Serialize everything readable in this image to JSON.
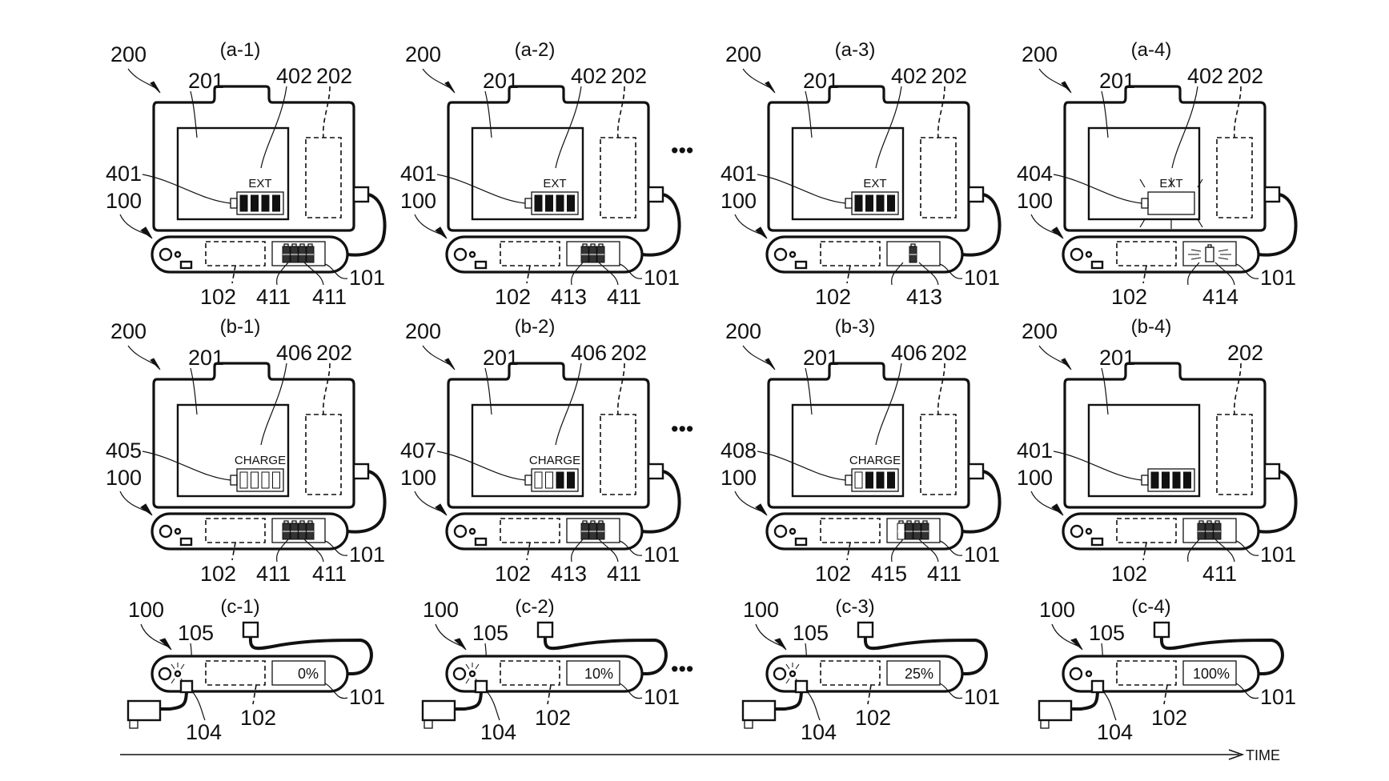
{
  "figure": {
    "time_axis_label": "TIME",
    "ellipsis": "•••"
  },
  "rows": {
    "a": {
      "panels": [
        {
          "title": "(a-1)",
          "refs": {
            "camera": "200",
            "display": "201",
            "compartment": "202",
            "battery_icon": "401",
            "ext_label_ref": "402",
            "battery_pack": "100",
            "pack_display": "101",
            "pack_compartment": "102"
          },
          "display_text": "EXT",
          "camera_battery_level": 4,
          "camera_battery_state": "full",
          "pack_indicator": "cells-4",
          "bottom_labels": [
            "102",
            "411",
            "411"
          ]
        },
        {
          "title": "(a-2)",
          "refs": {
            "camera": "200",
            "display": "201",
            "compartment": "202",
            "battery_icon": "401",
            "ext_label_ref": "402",
            "battery_pack": "100",
            "pack_display": "101",
            "pack_compartment": "102"
          },
          "display_text": "EXT",
          "camera_battery_level": 4,
          "camera_battery_state": "full",
          "pack_indicator": "cells-3",
          "bottom_labels": [
            "102",
            "413",
            "411"
          ]
        },
        {
          "title": "(a-3)",
          "refs": {
            "camera": "200",
            "display": "201",
            "compartment": "202",
            "battery_icon": "401",
            "ext_label_ref": "402",
            "battery_pack": "100",
            "pack_display": "101",
            "pack_compartment": "102"
          },
          "display_text": "EXT",
          "camera_battery_level": 4,
          "camera_battery_state": "full",
          "pack_indicator": "cells-1",
          "bottom_labels": [
            "102",
            "413"
          ]
        },
        {
          "title": "(a-4)",
          "refs": {
            "camera": "200",
            "display": "201",
            "compartment": "202",
            "battery_icon": "404",
            "ext_label_ref": "402",
            "battery_pack": "100",
            "pack_display": "101",
            "pack_compartment": "102"
          },
          "display_text": "EXT",
          "camera_battery_level": 0,
          "camera_battery_state": "empty-blinking",
          "pack_indicator": "empty-blinking",
          "bottom_labels": [
            "102",
            "414"
          ]
        }
      ]
    },
    "b": {
      "panels": [
        {
          "title": "(b-1)",
          "refs": {
            "camera": "200",
            "display": "201",
            "compartment": "202",
            "battery_icon": "405",
            "ext_label_ref": "406",
            "battery_pack": "100",
            "pack_display": "101",
            "pack_compartment": "102"
          },
          "display_text": "CHARGE",
          "camera_battery_level": 0,
          "camera_battery_state": "charging",
          "pack_indicator": "cells-4",
          "bottom_labels": [
            "102",
            "411",
            "411"
          ]
        },
        {
          "title": "(b-2)",
          "refs": {
            "camera": "200",
            "display": "201",
            "compartment": "202",
            "battery_icon": "407",
            "ext_label_ref": "406",
            "battery_pack": "100",
            "pack_display": "101",
            "pack_compartment": "102"
          },
          "display_text": "CHARGE",
          "camera_battery_level": 2,
          "camera_battery_state": "charging",
          "pack_indicator": "cells-3",
          "bottom_labels": [
            "102",
            "413",
            "411"
          ]
        },
        {
          "title": "(b-3)",
          "refs": {
            "camera": "200",
            "display": "201",
            "compartment": "202",
            "battery_icon": "408",
            "ext_label_ref": "406",
            "battery_pack": "100",
            "pack_display": "101",
            "pack_compartment": "102"
          },
          "display_text": "CHARGE",
          "camera_battery_level": 3,
          "camera_battery_state": "charging",
          "pack_indicator": "cells-4-partial",
          "bottom_labels": [
            "102",
            "415",
            "411"
          ]
        },
        {
          "title": "(b-4)",
          "refs": {
            "camera": "200",
            "display": "201",
            "compartment": "202",
            "battery_icon": "401",
            "ext_label_ref": "",
            "battery_pack": "100",
            "pack_display": "101",
            "pack_compartment": "102"
          },
          "display_text": "",
          "camera_battery_level": 4,
          "camera_battery_state": "full",
          "pack_indicator": "cells-3",
          "bottom_labels": [
            "102",
            "411"
          ]
        }
      ]
    },
    "c": {
      "panels": [
        {
          "title": "(c-1)",
          "refs": {
            "battery_pack": "100",
            "led": "105",
            "pack_display": "101",
            "pack_compartment": "102",
            "input_port": "104"
          },
          "percent_text": "0%",
          "led_blinking": true
        },
        {
          "title": "(c-2)",
          "refs": {
            "battery_pack": "100",
            "led": "105",
            "pack_display": "101",
            "pack_compartment": "102",
            "input_port": "104"
          },
          "percent_text": "10%",
          "led_blinking": true
        },
        {
          "title": "(c-3)",
          "refs": {
            "battery_pack": "100",
            "led": "105",
            "pack_display": "101",
            "pack_compartment": "102",
            "input_port": "104"
          },
          "percent_text": "25%",
          "led_blinking": true
        },
        {
          "title": "(c-4)",
          "refs": {
            "battery_pack": "100",
            "led": "105",
            "pack_display": "101",
            "pack_compartment": "102",
            "input_port": "104"
          },
          "percent_text": "100%",
          "led_blinking": false
        }
      ]
    }
  }
}
